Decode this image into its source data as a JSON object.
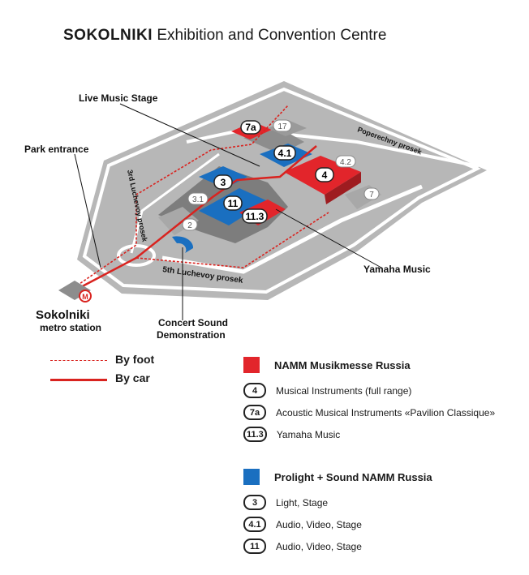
{
  "title": {
    "bold": "SOKOLNIKI",
    "rest": " Exhibition and Convention Centre"
  },
  "colors": {
    "namm": "#e2252b",
    "prolight": "#1a6fc0",
    "ground": "#b5b5b5",
    "road": "#ffffff",
    "building": "#8a8a8a"
  },
  "map_labels": {
    "live_music_stage": "Live Music Stage",
    "park_entrance": "Park entrance",
    "luchevoy_3rd": "3rd Luchevoy prosek",
    "luchevoy_5th": "5th Luchevoy prosek",
    "poperechny": "Poperechny prosek",
    "yamaha_music": "Yamaha Music",
    "metro_station_1": "Sokolniki",
    "metro_station_2": "metro station",
    "metro_icon": "metro-icon",
    "concert_1": "Concert Sound",
    "concert_2": "Demonstration"
  },
  "pavilions": {
    "p7a": "7a",
    "p17": "17",
    "p41": "4.1",
    "p42": "4.2",
    "p4": "4",
    "p3": "3",
    "p31": "3.1",
    "p11": "11",
    "p113": "11.3",
    "p2": "2",
    "p7": "7"
  },
  "route_legend": {
    "by_foot": "By foot",
    "by_car": "By car"
  },
  "legend": {
    "namm": {
      "label": "NAMM Musikmesse Russia",
      "items": [
        {
          "num": "4",
          "text": "Musical Instruments (full range)"
        },
        {
          "num": "7a",
          "text": "Acoustic Musical Instruments «Pavilion Classique»"
        },
        {
          "num": "11.3",
          "text": "Yamaha Music"
        }
      ]
    },
    "prolight": {
      "label": "Prolight + Sound NAMM Russia",
      "items": [
        {
          "num": "3",
          "text": "Light, Stage"
        },
        {
          "num": "4.1",
          "text": "Audio, Video, Stage"
        },
        {
          "num": "11",
          "text": "Audio, Video, Stage"
        }
      ]
    }
  }
}
